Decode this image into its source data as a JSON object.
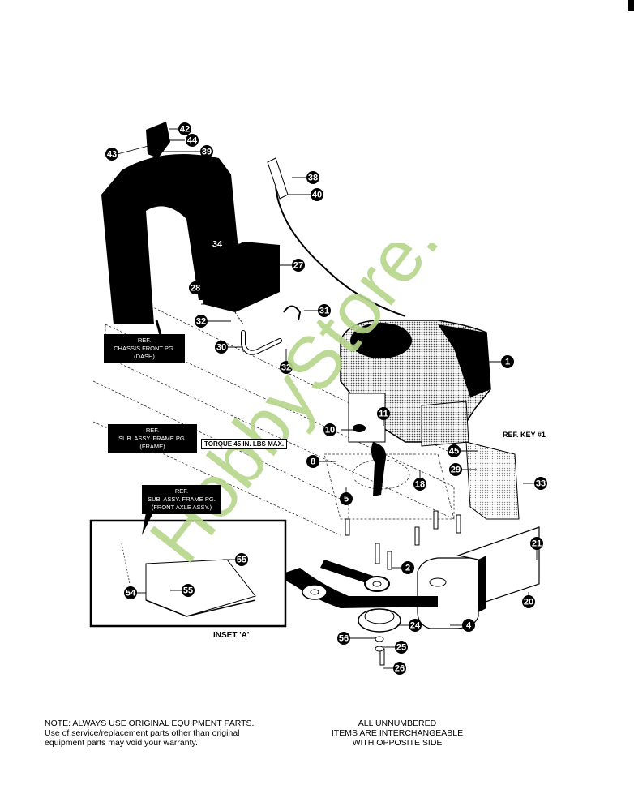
{
  "diagram": {
    "type": "exploded-parts-diagram",
    "subject": "Lawn tractor engine mounting assembly",
    "watermark": {
      "text": "HobbyStore.it",
      "color": "#b5d68a"
    },
    "callouts": [
      {
        "id": "c42",
        "label": "42"
      },
      {
        "id": "c44",
        "label": "44"
      },
      {
        "id": "c43",
        "label": "43"
      },
      {
        "id": "c39",
        "label": "39"
      },
      {
        "id": "c38",
        "label": "38"
      },
      {
        "id": "c40",
        "label": "40"
      },
      {
        "id": "c34",
        "label": "34"
      },
      {
        "id": "c27",
        "label": "27"
      },
      {
        "id": "c28",
        "label": "28"
      },
      {
        "id": "c31",
        "label": "31"
      },
      {
        "id": "c32a",
        "label": "32"
      },
      {
        "id": "c30",
        "label": "30"
      },
      {
        "id": "c32b",
        "label": "32"
      },
      {
        "id": "c1",
        "label": "1"
      },
      {
        "id": "c11",
        "label": "11"
      },
      {
        "id": "c10",
        "label": "10"
      },
      {
        "id": "c8",
        "label": "8"
      },
      {
        "id": "c5",
        "label": "5"
      },
      {
        "id": "c18",
        "label": "18"
      },
      {
        "id": "c45",
        "label": "45"
      },
      {
        "id": "c29",
        "label": "29"
      },
      {
        "id": "c33",
        "label": "33"
      },
      {
        "id": "c21",
        "label": "21"
      },
      {
        "id": "c20",
        "label": "20"
      },
      {
        "id": "c2",
        "label": "2"
      },
      {
        "id": "c24",
        "label": "24"
      },
      {
        "id": "c4",
        "label": "4"
      },
      {
        "id": "c56",
        "label": "56"
      },
      {
        "id": "c25",
        "label": "25"
      },
      {
        "id": "c26",
        "label": "26"
      },
      {
        "id": "c55a",
        "label": "55"
      },
      {
        "id": "c55b",
        "label": "55"
      },
      {
        "id": "c54",
        "label": "54"
      }
    ],
    "ref_labels": {
      "chassis_front": [
        "REF.",
        "CHASSIS FRONT PG.",
        "(DASH)"
      ],
      "sub_assy_frame": [
        "REF.",
        "SUB. ASSY. FRAME PG.",
        "(FRAME)"
      ],
      "sub_assy_front_axle": [
        "REF.",
        "SUB. ASSY. FRAME PG.",
        "(FRONT AXLE ASSY.)"
      ]
    },
    "torque_note": "TORQUE 45 IN. LBS MAX.",
    "ref_key": "REF. KEY #1",
    "inset_label": "INSET 'A'"
  },
  "notes": {
    "left": [
      "NOTE: ALWAYS USE ORIGINAL EQUIPMENT PARTS.",
      "Use of service/replacement parts other than original",
      "equipment parts may void your warranty."
    ],
    "right": [
      "ALL UNNUMBERED",
      "ITEMS ARE INTERCHANGEABLE",
      "WITH OPPOSITE SIDE"
    ]
  }
}
